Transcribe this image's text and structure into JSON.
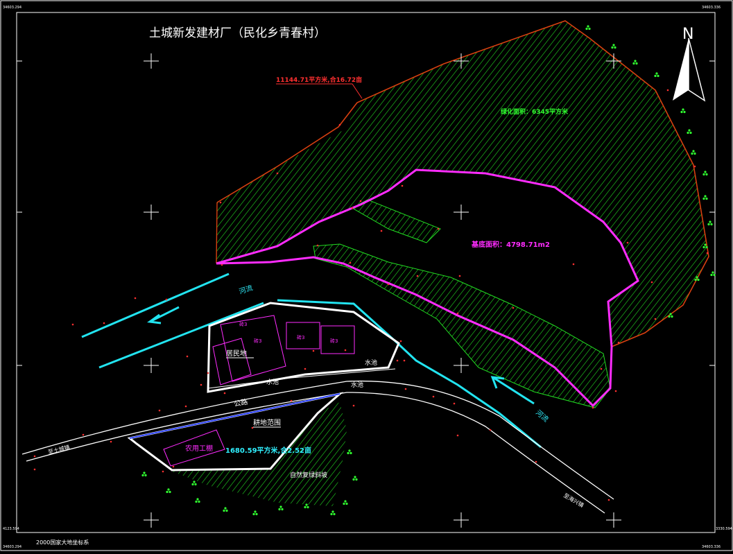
{
  "title": "土城新发建材厂（民化乡青春村）",
  "north_label": "N",
  "coord_system": "2000国家大地坐标系",
  "corner_coords": {
    "top_left": "34603.294",
    "top_right": "34603.336",
    "left_lower": "4123.594",
    "right_lower": "3330.594",
    "bottom_left": "34603.294",
    "bottom_right": "34603.336"
  },
  "labels": {
    "total_area": "11144.71平方米,合16.72亩",
    "green_area": "绿化面积：6345平方米",
    "base_area": "基底面积：4798.71m2",
    "field_area": "1680.59平方米,合2.52亩",
    "river1": "河流",
    "river2": "河流",
    "residence": "居民地",
    "pool1": "水池",
    "pool2": "水池",
    "pool3": "水池",
    "road": "公路",
    "field_scope": "耕地范围",
    "shed": "农用工棚",
    "slope": "自然复绿斜坡",
    "to_tucheng": "至土城镇",
    "to_haixing": "至海兴镇",
    "house1": "砖3",
    "house2": "砖3",
    "house3": "砖3",
    "house4": "砖3"
  },
  "colors": {
    "background": "#000000",
    "frame": "#ffffff",
    "hatch": "#22dd22",
    "boundary_red": "#ff2020",
    "magenta": "#ff2cff",
    "river": "#22e4f0",
    "white_line": "#ffffff",
    "label_red": "#ff3030",
    "label_cyan": "#30f0ff",
    "label_green": "#30ff30"
  }
}
